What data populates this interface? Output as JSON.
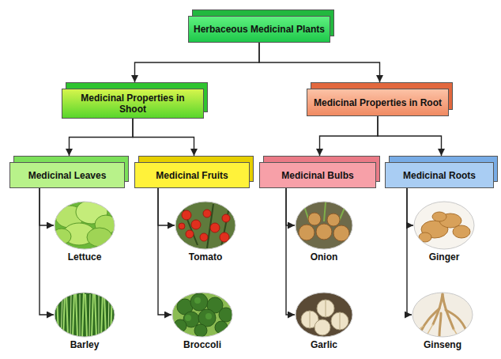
{
  "diagram": {
    "nodes": [
      {
        "text": [
          "Herbaceous Medicinal Plants"
        ]
      },
      {
        "text": [
          "Medicinal Properties in Shoot"
        ]
      },
      {
        "text": [
          "Medicinal Properties in Root"
        ]
      },
      {
        "text": [
          "Medicinal Leaves"
        ]
      },
      {
        "text": [
          "Medicinal Fruits"
        ]
      },
      {
        "text": [
          "Medicinal Bulbs"
        ]
      },
      {
        "text": [
          "Medicinal Roots"
        ]
      },
      {
        "text": [
          "Lettuce"
        ]
      },
      {
        "text": [
          "Barley"
        ]
      },
      {
        "text": [
          "Tomato"
        ]
      },
      {
        "text": [
          "Broccoli"
        ]
      },
      {
        "text": [
          "Onion"
        ]
      },
      {
        "text": [
          "Garlic"
        ]
      },
      {
        "text": [
          "Ginger"
        ]
      },
      {
        "text": [
          "Ginseng"
        ]
      }
    ],
    "edges": [
      {
        "from": 0,
        "to": 1,
        "arrow": "to"
      },
      {
        "from": 0,
        "to": 2,
        "arrow": "to"
      },
      {
        "from": 1,
        "to": 3,
        "arrow": "to"
      },
      {
        "from": 1,
        "to": 4,
        "arrow": "to"
      },
      {
        "from": 2,
        "to": 5,
        "arrow": "to"
      },
      {
        "from": 2,
        "to": 6,
        "arrow": "to"
      },
      {
        "from": 3,
        "to": 7,
        "arrow": "to"
      },
      {
        "from": 3,
        "to": 8,
        "arrow": "to"
      },
      {
        "from": 4,
        "to": 9,
        "arrow": "to"
      },
      {
        "from": 4,
        "to": 10,
        "arrow": "to"
      },
      {
        "from": 5,
        "to": 11,
        "arrow": "to"
      },
      {
        "from": 5,
        "to": 12,
        "arrow": "to"
      },
      {
        "from": 6,
        "to": 13,
        "arrow": "to"
      },
      {
        "from": 6,
        "to": 14,
        "arrow": "to"
      }
    ]
  }
}
